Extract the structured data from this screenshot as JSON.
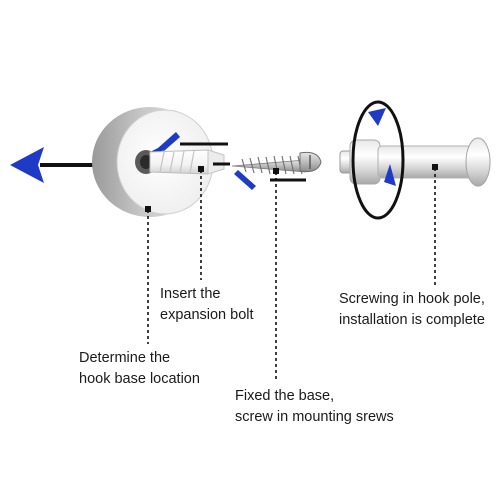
{
  "steps": [
    {
      "lines": [
        "Determine the",
        "hook base location"
      ]
    },
    {
      "lines": [
        "Insert the",
        "expansion bolt"
      ]
    },
    {
      "lines": [
        "Fixed the base,",
        "screw in mounting srews"
      ]
    },
    {
      "lines": [
        "Screwing in hook pole,",
        "installation is complete"
      ]
    }
  ],
  "colors": {
    "arrow_blue": "#1f3ac6",
    "line_black": "#111111",
    "metal_light": "#f1f1f1",
    "metal_dark": "#a9a9a9",
    "anchor_white": "#fafafa"
  },
  "icons": [
    "direction-arrow-icon",
    "rotation-arrow-icon",
    "wall-base-disc",
    "expansion-bolt",
    "mounting-screw",
    "hook-pole"
  ]
}
